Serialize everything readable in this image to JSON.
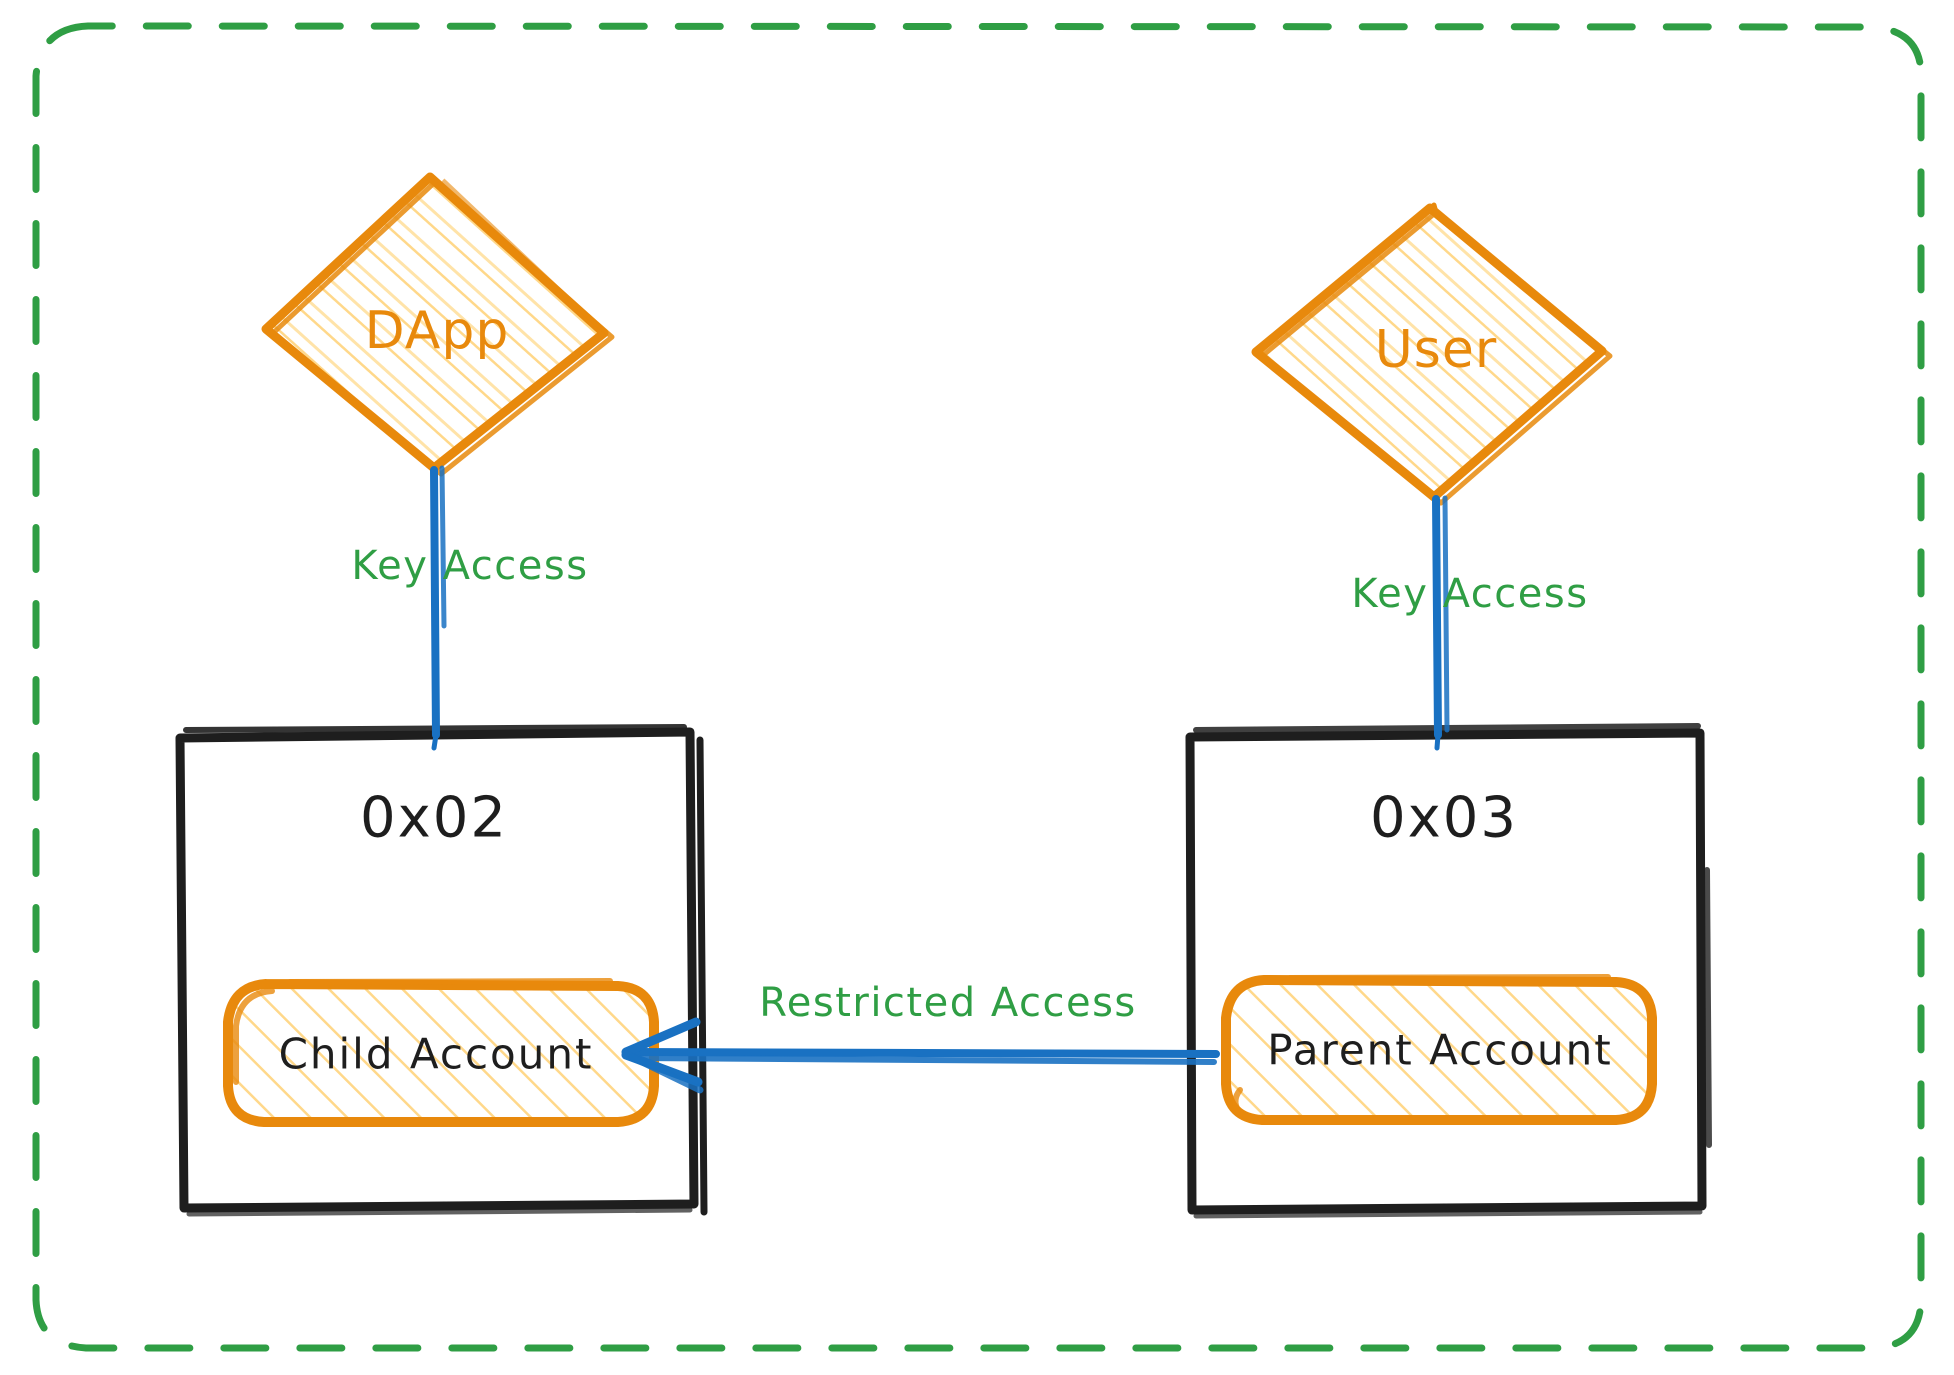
{
  "diagram": {
    "title": "Parent-Child Account Key Access Diagram",
    "background": "#ffffff",
    "colors": {
      "node_stroke": "#e8890c",
      "node_fill_hatch": "#ffd88a",
      "box_stroke": "#1e1e1e",
      "arrow": "#1971c2",
      "edge_label": "#2f9e44",
      "container_border": "#2f9e44",
      "text_dark": "#1e1e1e"
    },
    "container": {
      "name": "dashed-boundary",
      "style": "dashed-rounded-rectangle",
      "stroke": "#2f9e44"
    },
    "nodes": [
      {
        "id": "dapp",
        "label": "DApp",
        "shape": "diamond",
        "stroke": "#e8890c",
        "fill": "hatch"
      },
      {
        "id": "user",
        "label": "User",
        "shape": "diamond",
        "stroke": "#e8890c",
        "fill": "hatch"
      },
      {
        "id": "account-0x02",
        "label": "0x02",
        "shape": "rectangle",
        "stroke": "#1e1e1e",
        "fill": "none"
      },
      {
        "id": "account-0x03",
        "label": "0x03",
        "shape": "rectangle",
        "stroke": "#1e1e1e",
        "fill": "none"
      },
      {
        "id": "child-account",
        "label": "Child Account",
        "shape": "rounded-rectangle",
        "stroke": "#e8890c",
        "fill": "hatch"
      },
      {
        "id": "parent-account",
        "label": "Parent Account",
        "shape": "rounded-rectangle",
        "stroke": "#e8890c",
        "fill": "hatch"
      }
    ],
    "edges": [
      {
        "id": "dapp-to-0x02",
        "label": "Key Access",
        "from": "dapp",
        "to": "account-0x02",
        "color": "#1971c2",
        "direction": "down"
      },
      {
        "id": "user-to-0x03",
        "label": "Key Access",
        "from": "user",
        "to": "account-0x03",
        "color": "#1971c2",
        "direction": "down"
      },
      {
        "id": "parent-to-child",
        "label": "Restricted Access",
        "from": "parent-account",
        "to": "child-account",
        "color": "#1971c2",
        "direction": "left"
      }
    ]
  }
}
